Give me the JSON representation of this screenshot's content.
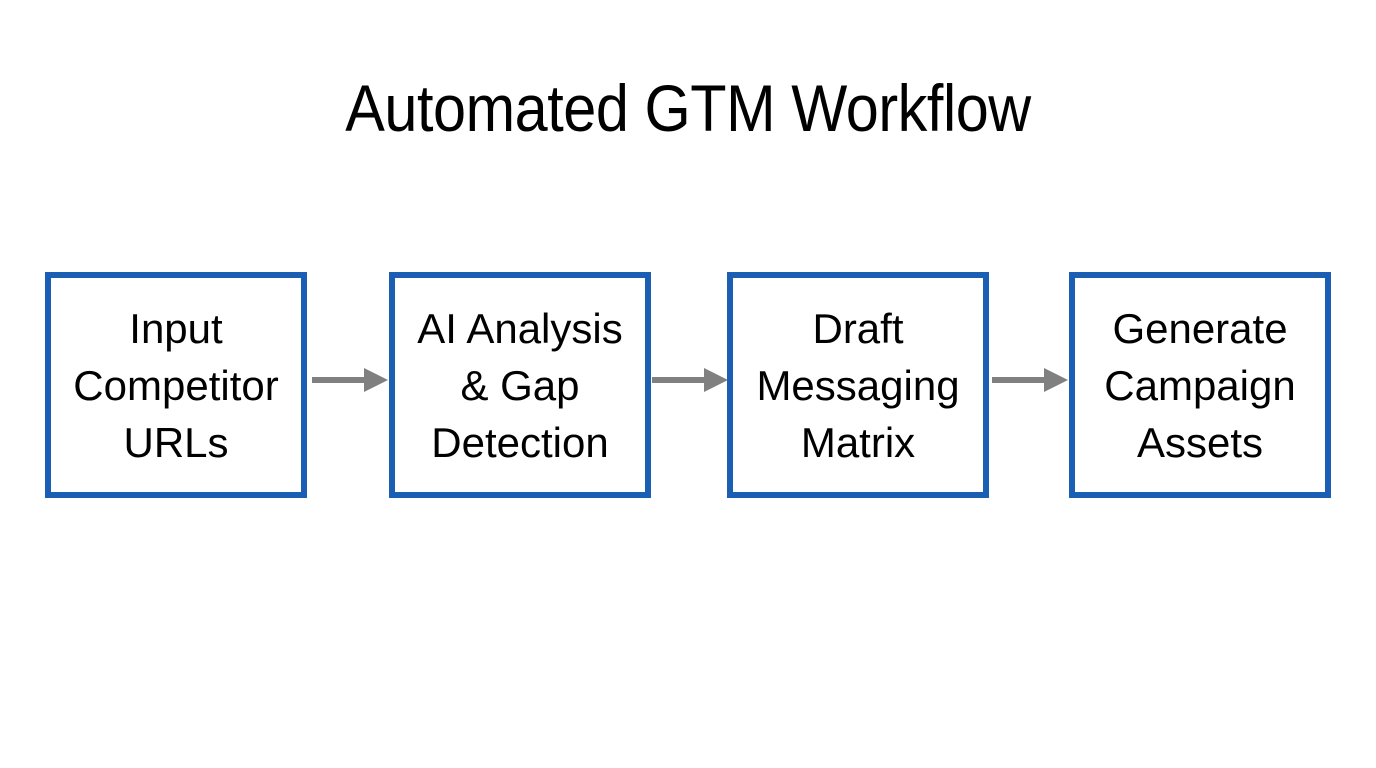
{
  "slide": {
    "title": "Automated GTM Workflow",
    "background_color": "#FFFFFF"
  },
  "diagram": {
    "type": "flow",
    "direction": "left-to-right",
    "node_border_color": "#1A5FB4",
    "node_fill_color": "#FFFFFF",
    "node_text_color": "#000000",
    "arrow_color": "#808080",
    "nodes": [
      {
        "id": "input-competitor-urls",
        "label": "Input\nCompetitor\nURLs"
      },
      {
        "id": "ai-analysis-gap-detection",
        "label": "AI Analysis\n& Gap\nDetection"
      },
      {
        "id": "draft-messaging-matrix",
        "label": "Draft\nMessaging\nMatrix"
      },
      {
        "id": "generate-campaign-assets",
        "label": "Generate\nCampaign\nAssets"
      }
    ],
    "arrows": [
      {
        "id": "arrow-1",
        "from": "input-competitor-urls",
        "to": "ai-analysis-gap-detection"
      },
      {
        "id": "arrow-2",
        "from": "ai-analysis-gap-detection",
        "to": "draft-messaging-matrix"
      },
      {
        "id": "arrow-3",
        "from": "draft-messaging-matrix",
        "to": "generate-campaign-assets"
      }
    ]
  }
}
